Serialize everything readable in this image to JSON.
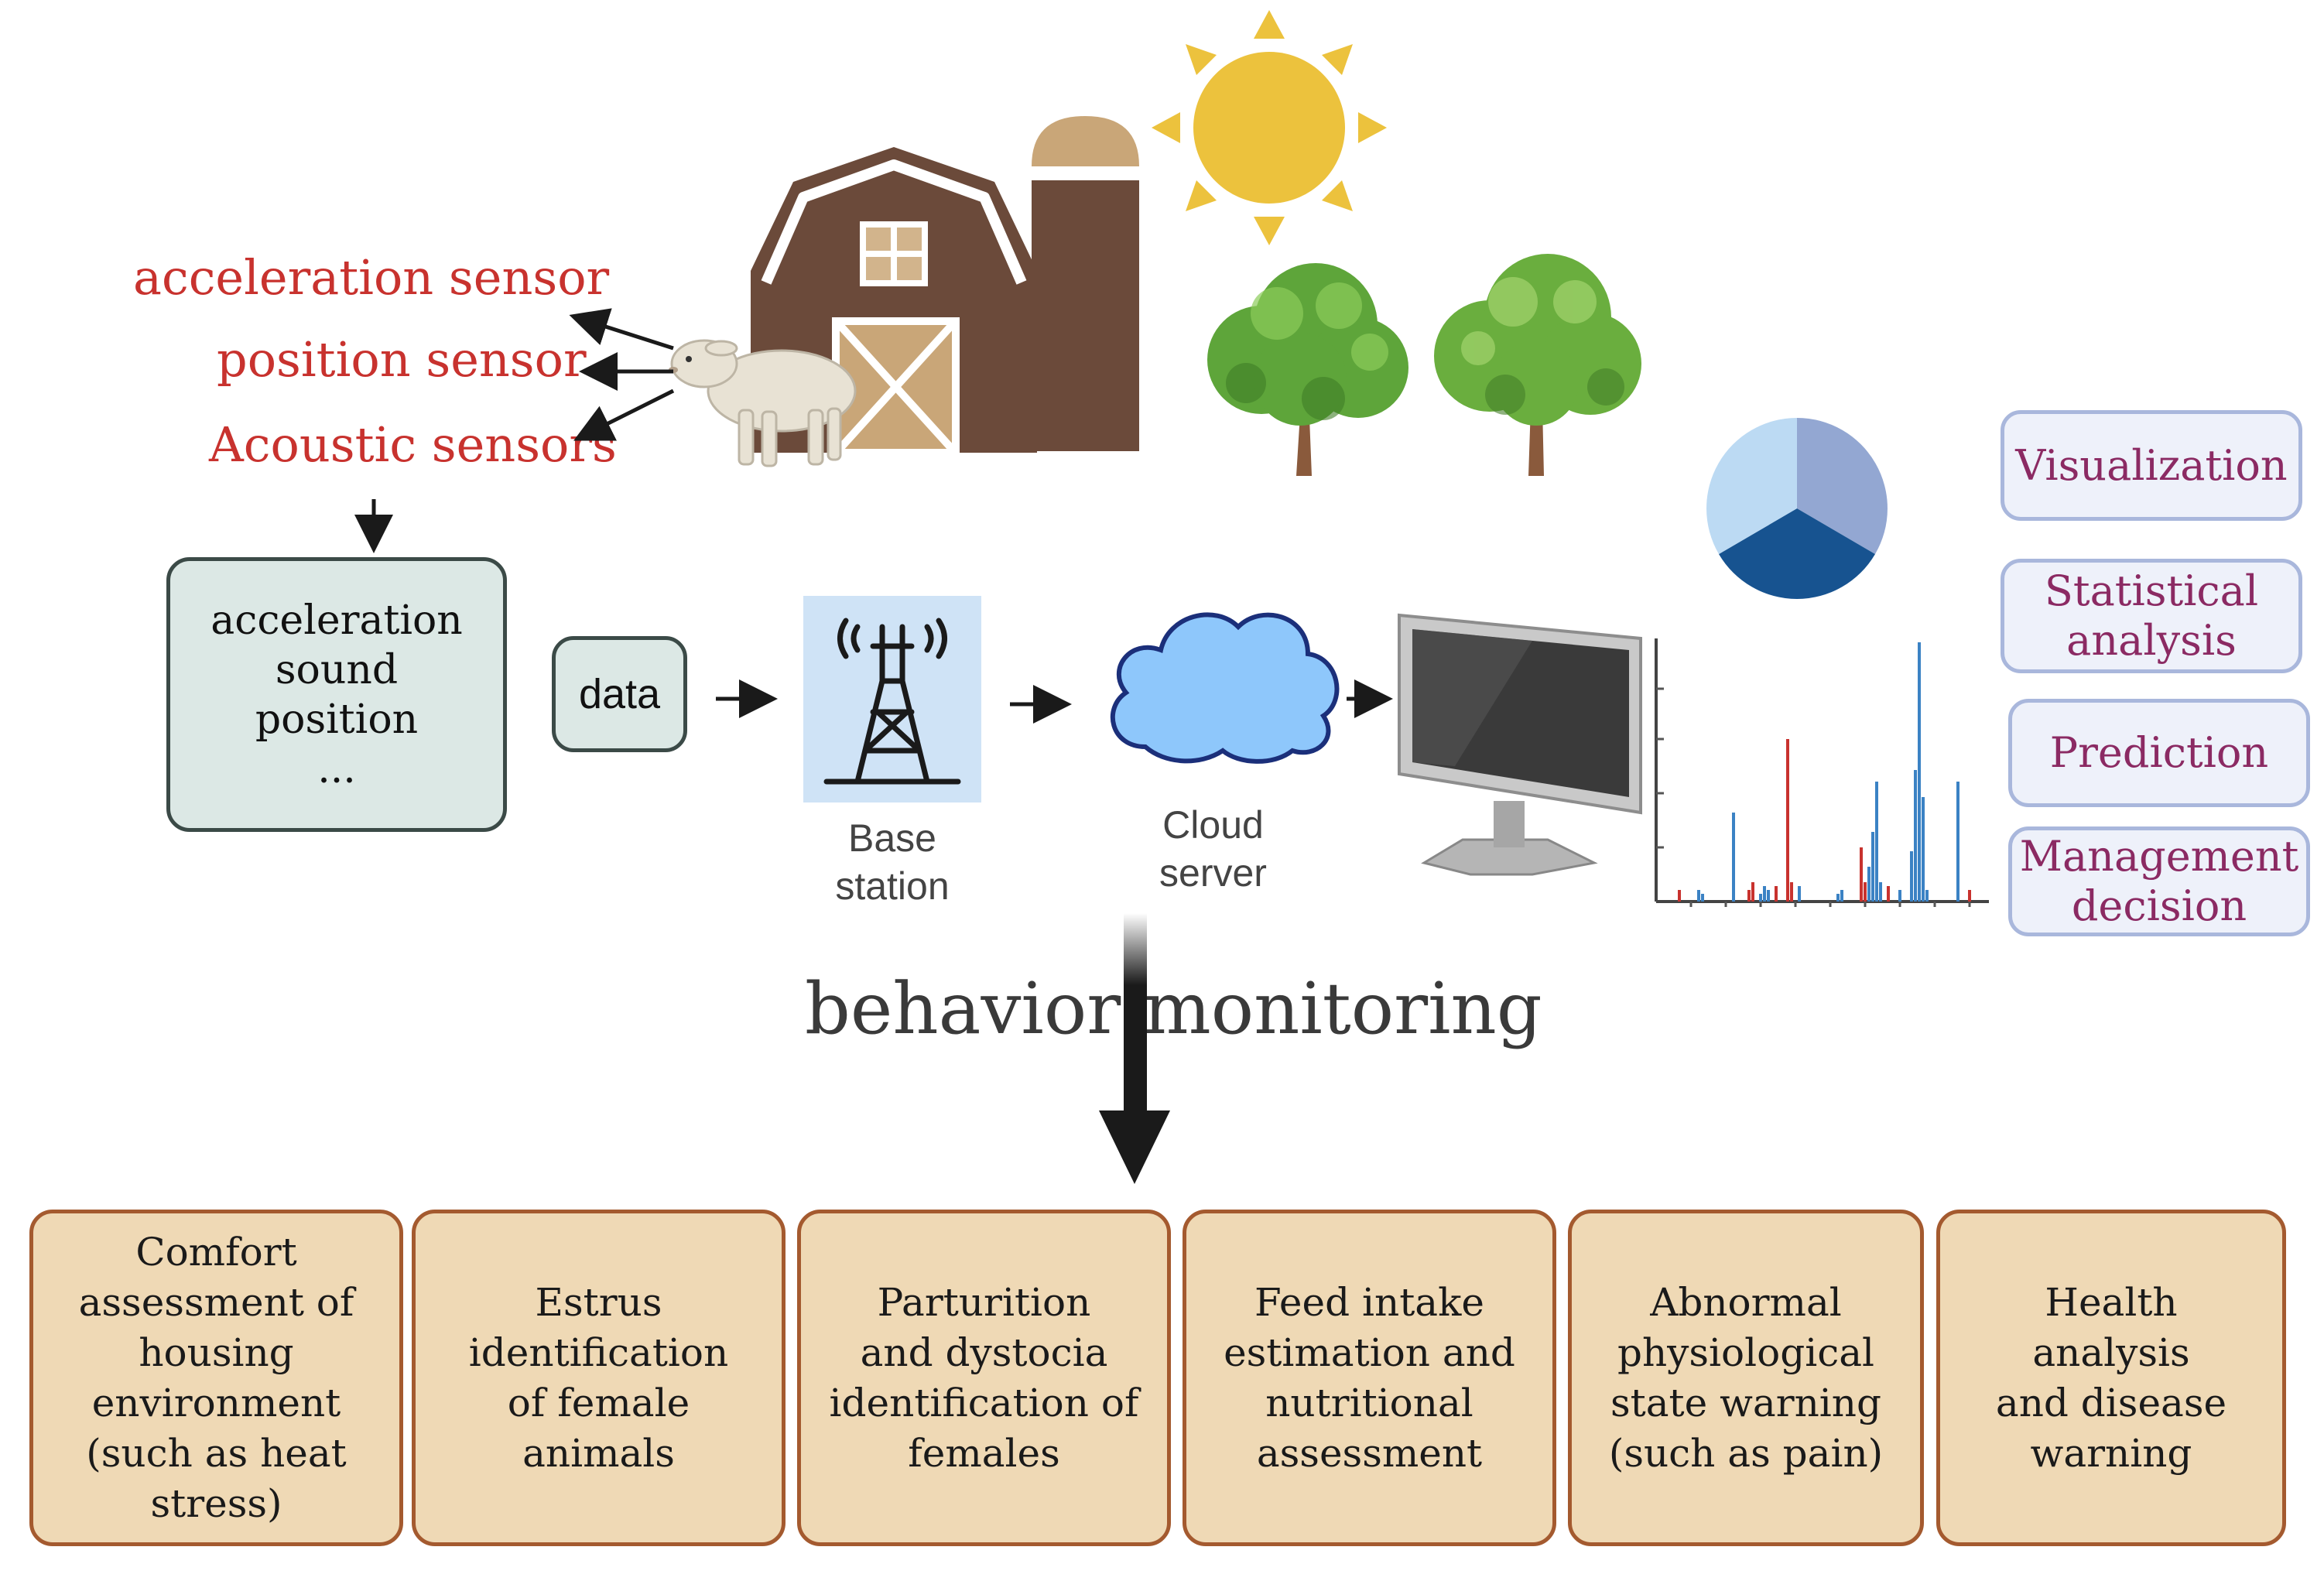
{
  "sensors": {
    "acceleration": "acceleration sensor",
    "position": "position sensor",
    "acoustic": "Acoustic sensors"
  },
  "signal_box": {
    "lines": [
      "acceleration",
      "sound",
      "position",
      "..."
    ]
  },
  "data_box": {
    "label": "data"
  },
  "base_station": {
    "line1": "Base",
    "line2": "station"
  },
  "cloud_server": {
    "line1": "Cloud",
    "line2": "server"
  },
  "side_panel": {
    "visualization": [
      "Visualization"
    ],
    "statistical": [
      "Statistical",
      "analysis"
    ],
    "prediction": [
      "Prediction"
    ],
    "management": [
      "Management",
      "decision"
    ]
  },
  "behavior_title": "behavior monitoring",
  "outcomes": [
    {
      "lines": [
        "Comfort",
        "assessment of",
        "housing",
        "environment",
        "(such as heat",
        "stress)"
      ]
    },
    {
      "lines": [
        "Estrus",
        "identification",
        "of female",
        "animals"
      ]
    },
    {
      "lines": [
        "Parturition",
        "and dystocia",
        "identification of",
        "females"
      ]
    },
    {
      "lines": [
        "Feed intake",
        "estimation and",
        "nutritional",
        "assessment"
      ]
    },
    {
      "lines": [
        "Abnormal",
        "physiological",
        "state warning",
        "(such as pain)"
      ]
    },
    {
      "lines": [
        "Health",
        "analysis",
        "and disease",
        "warning"
      ]
    }
  ],
  "colors": {
    "sensor_text": "#c8322e",
    "side_text": "#8b2a63",
    "outcome_fill": "#efd9b5",
    "outcome_border": "#a45a2f",
    "barn": "#6b4a3a",
    "sun": "#ecc23d",
    "cloud": "#8ec7fb",
    "chart_blue": "#3b82c4",
    "chart_red": "#c8322e"
  },
  "icons": [
    "barn-icon",
    "silo-icon",
    "sun-icon",
    "tree-icon",
    "sheep-icon",
    "antenna-tower-icon",
    "cloud-icon",
    "monitor-icon",
    "pie-chart-icon",
    "spike-chart-icon"
  ]
}
